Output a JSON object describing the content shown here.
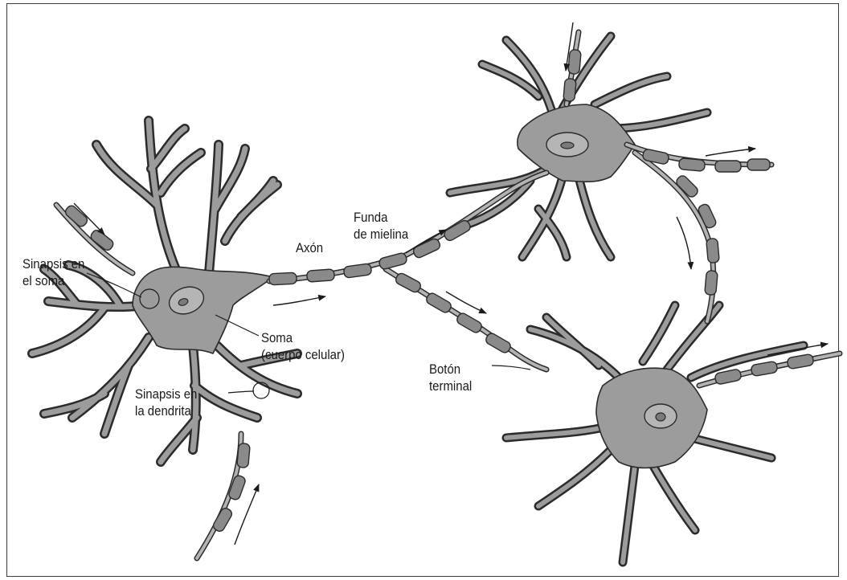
{
  "labels": {
    "synapse_soma": [
      "Sinapsis en",
      "el soma"
    ],
    "axon": "Axón",
    "myelin": [
      "Funda",
      "de mielina"
    ],
    "soma": [
      "Soma",
      "(cuerpo celular)"
    ],
    "synapse_dendrite": [
      "Sinapsis en",
      "la dendrita"
    ],
    "terminal_button": [
      "Botón",
      "terminal"
    ]
  }
}
